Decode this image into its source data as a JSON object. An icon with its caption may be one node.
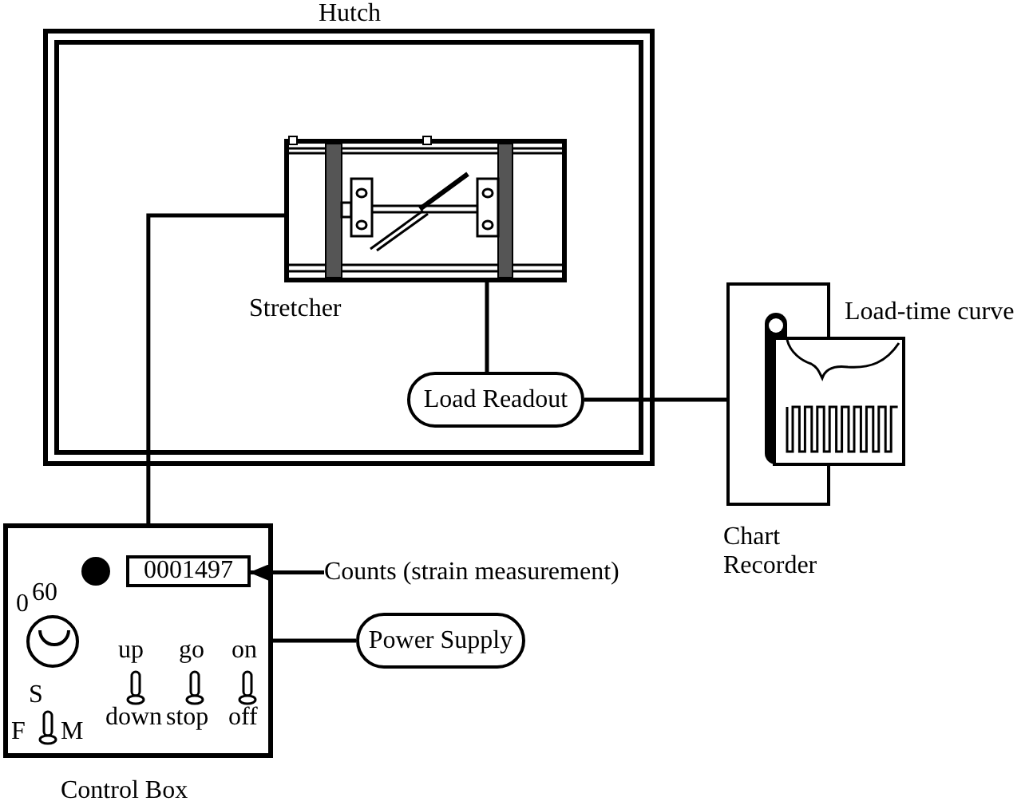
{
  "diagram": {
    "nodes": [
      {
        "text": [
          "Hutch"
        ]
      },
      {
        "text": [
          "Stretcher"
        ],
        "in": 0
      },
      {
        "text": [
          "Load Readout"
        ],
        "in": 0
      },
      {
        "text": [
          "Chart Recorder"
        ],
        "beside": [
          "Load-time curve"
        ]
      },
      {
        "text": [
          "Control Box"
        ]
      },
      {
        "text": [
          "0001497"
        ],
        "in": 4
      },
      {
        "text": [
          "Counts (strain measurement)"
        ]
      },
      {
        "text": [
          "Power Supply"
        ]
      }
    ],
    "edges": [
      {
        "from": 1,
        "to": 4,
        "arrow": "none"
      },
      {
        "from": 1,
        "to": 2,
        "arrow": "none"
      },
      {
        "from": 2,
        "to": 3,
        "arrow": "none"
      },
      {
        "from": 6,
        "to": 5,
        "arrow": "to"
      },
      {
        "from": 4,
        "to": 7,
        "arrow": "none"
      }
    ],
    "labels": [
      "0",
      "60",
      "up",
      "go",
      "on",
      "S",
      "F",
      "M",
      "down",
      "stop",
      "off"
    ]
  }
}
